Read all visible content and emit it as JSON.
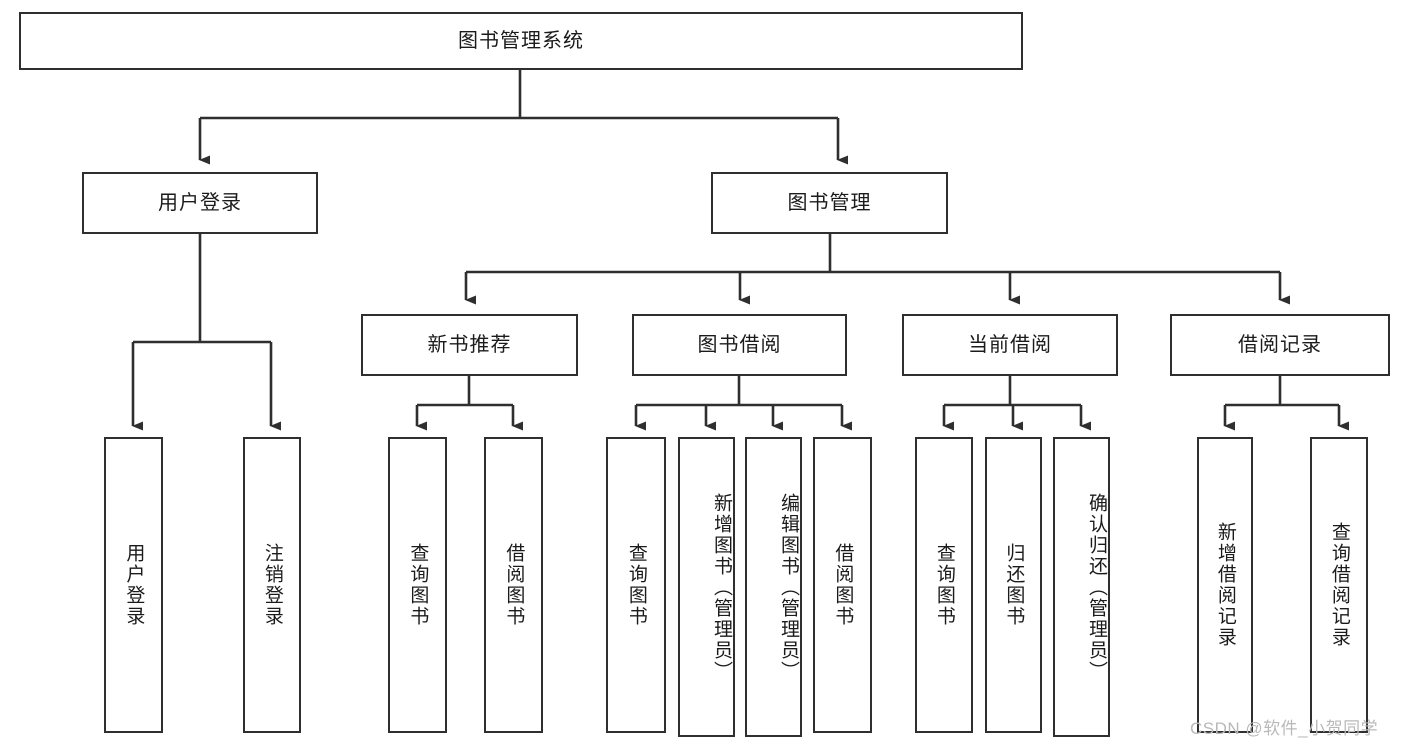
{
  "diagram": {
    "title": "图书管理系统",
    "type": "tree-hierarchy-chart",
    "line_color": "#2f2f2f",
    "box_fill": "#ffffff",
    "text_color": "#1b1b1b",
    "watermark": "CSDN @软件_小贺同学"
  },
  "root": {
    "label": "图书管理系统"
  },
  "level2": [
    {
      "id": "user-login",
      "label": "用户登录"
    },
    {
      "id": "book-manage",
      "label": "图书管理"
    }
  ],
  "level3": [
    {
      "id": "new-book-recommend",
      "label": "新书推荐"
    },
    {
      "id": "book-borrow",
      "label": "图书借阅"
    },
    {
      "id": "current-borrow",
      "label": "当前借阅"
    },
    {
      "id": "borrow-record",
      "label": "借阅记录"
    }
  ],
  "leaves": {
    "user_login": [
      {
        "id": "leaf-user-login",
        "label": "用户登录"
      },
      {
        "id": "leaf-logout-login",
        "label": "注销登录"
      }
    ],
    "new_book_recommend": [
      {
        "id": "leaf-query-book-1",
        "label": "查询图书"
      },
      {
        "id": "leaf-borrow-book-1",
        "label": "借阅图书"
      }
    ],
    "book_borrow": [
      {
        "id": "leaf-query-book-2",
        "label": "查询图书"
      },
      {
        "id": "leaf-add-book",
        "label": "新增图书（管理员）"
      },
      {
        "id": "leaf-edit-book",
        "label": "编辑图书（管理员）"
      },
      {
        "id": "leaf-borrow-book-2",
        "label": "借阅图书"
      }
    ],
    "current_borrow": [
      {
        "id": "leaf-query-book-3",
        "label": "查询图书"
      },
      {
        "id": "leaf-return-book",
        "label": "归还图书"
      },
      {
        "id": "leaf-confirm-return",
        "label": "确认归还（管理员）"
      }
    ],
    "borrow_record": [
      {
        "id": "leaf-add-record",
        "label": "新增借阅记录"
      },
      {
        "id": "leaf-query-record",
        "label": "查询借阅记录"
      }
    ]
  }
}
